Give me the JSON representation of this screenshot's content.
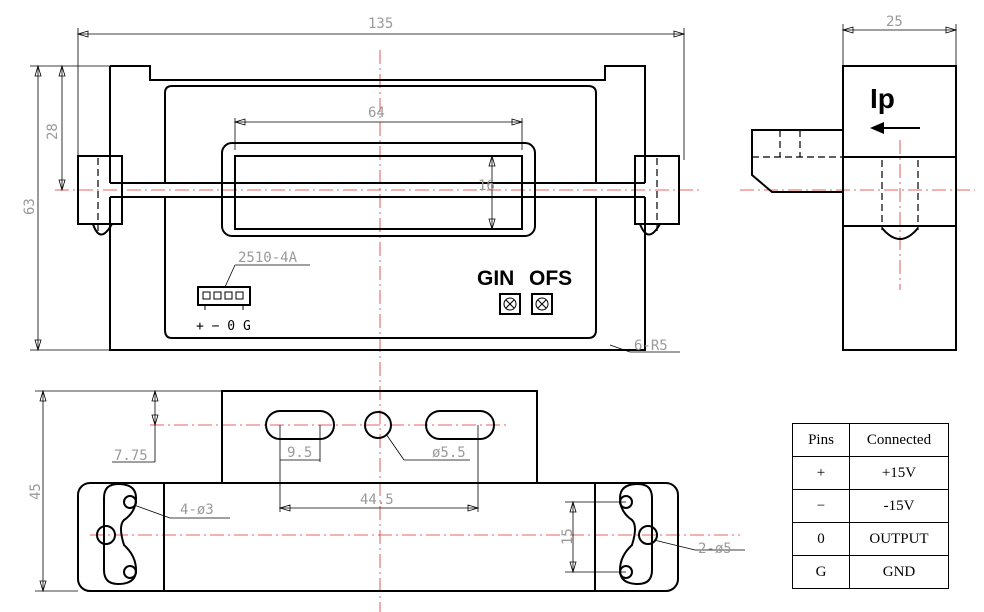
{
  "dimensions": {
    "width_total": "135",
    "side_width": "25",
    "window_width": "64",
    "window_height": "16",
    "height_total": "63",
    "top_offset": "28",
    "corner_radius": "6-R5",
    "base_height": "45",
    "slot_offset": "7.75",
    "slot_width": "9.5",
    "center_hole": "ø5.5",
    "slot_span": "44.5",
    "mount_holes_small": "4-ø3",
    "mount_spacing": "15",
    "mount_holes_large": "2-ø5"
  },
  "labels": {
    "connector_model": "2510-4A",
    "connector_pins": "+ − 0 G",
    "gain": "GIN",
    "offset": "OFS",
    "current": "Ip"
  },
  "pins_table": {
    "headers": [
      "Pins",
      "Connected"
    ],
    "rows": [
      {
        "pin": "+",
        "connected": "+15V"
      },
      {
        "pin": "−",
        "connected": "-15V"
      },
      {
        "pin": "0",
        "connected": "OUTPUT"
      },
      {
        "pin": "G",
        "connected": "GND"
      }
    ]
  }
}
